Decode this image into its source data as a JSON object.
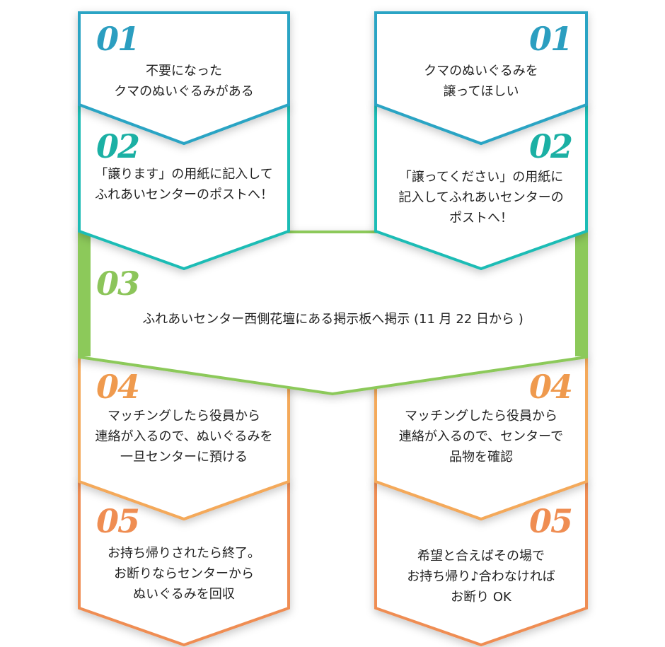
{
  "colors": {
    "blue": "#2aa4c4",
    "teal": "#1fbcb5",
    "green": "#8cc95a",
    "orange_light": "#f4a95a",
    "orange": "#ef8d52",
    "num_blue": "#2b9ec0",
    "num_teal": "#1bb0a4",
    "num_green": "#8cc55a",
    "num_orange": "#ef9a4e"
  },
  "steps": {
    "l1": {
      "num": "01",
      "lines": [
        "不要になった",
        "クマのぬいぐるみがある"
      ]
    },
    "r1": {
      "num": "01",
      "lines": [
        "クマのぬいぐるみを",
        "譲ってほしい"
      ]
    },
    "l2": {
      "num": "02",
      "lines": [
        "「譲ります」の用紙に記入して",
        "ふれあいセンターのポストへ！"
      ]
    },
    "r2": {
      "num": "02",
      "lines": [
        "「譲ってください」の用紙に",
        "記入してふれあいセンターの",
        "ポストへ！"
      ]
    },
    "m3": {
      "num": "03",
      "lines": [
        "ふれあいセンター西側花壇にある掲示板へ掲示 (11 月 22 日から )"
      ]
    },
    "l4": {
      "num": "04",
      "lines": [
        "マッチングしたら役員から",
        "連絡が入るので、ぬいぐるみを",
        "一旦センターに預ける"
      ]
    },
    "r4": {
      "num": "04",
      "lines": [
        "マッチングしたら役員から",
        "連絡が入るので、センターで",
        "品物を確認"
      ]
    },
    "l5": {
      "num": "05",
      "lines": [
        "お持ち帰りされたら終了。",
        "お断りならセンターから",
        "ぬいぐるみを回収"
      ]
    },
    "r5": {
      "num": "05",
      "lines": [
        "希望と合えばその場で",
        "お持ち帰り♪合わなければ",
        "お断り OK"
      ]
    }
  }
}
